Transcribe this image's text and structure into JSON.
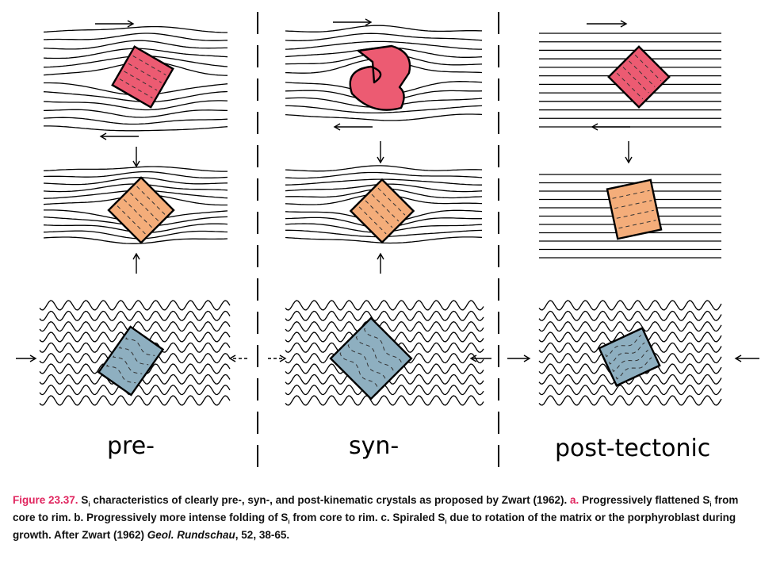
{
  "columns": [
    {
      "label": "pre-"
    },
    {
      "label": "syn-"
    },
    {
      "label": "post-tectonic"
    }
  ],
  "colors": {
    "top": "#ec5b72",
    "middle": "#f4ad7a",
    "bottom": "#8eafc0",
    "caption_accent": "#e0245e"
  },
  "caption": {
    "fig_label": "Figure 23.37.",
    "s": "S",
    "sub": "i",
    "t1": " characteristics of clearly pre-, syn-, and post-kinematic crystals as proposed by Zwart (1962). ",
    "a_label": "a.",
    "t2": " Progressively flattened S",
    "t3": " from core to rim. b. Progressively more intense folding of S",
    "t4": " from core to rim. c. Spiraled S",
    "t5": " due to rotation of the matrix or the porphyroblast during growth. After Zwart (1962) ",
    "journal": "Geol. Rundschau",
    "t6": ", 52, 38-65."
  }
}
